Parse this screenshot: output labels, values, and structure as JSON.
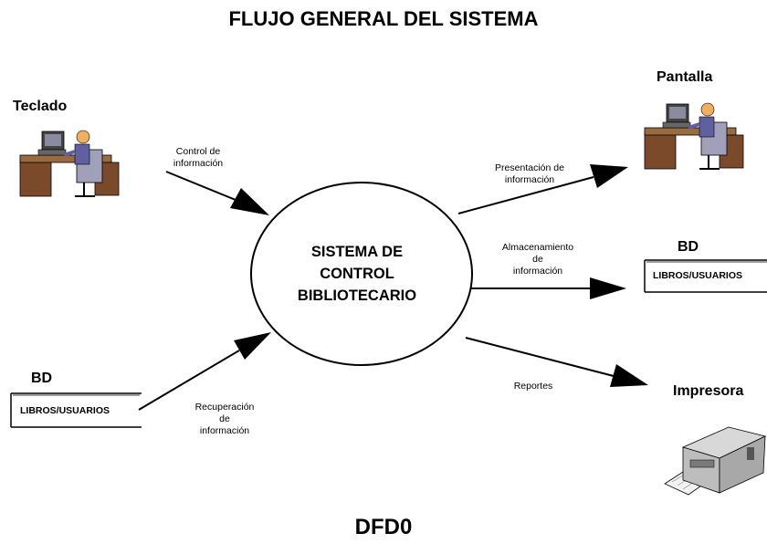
{
  "title": "FLUJO GENERAL DEL SISTEMA",
  "footer": "DFD0",
  "process": {
    "lines": [
      "SISTEMA DE",
      "CONTROL",
      "BIBLIOTECARIO"
    ]
  },
  "entities": {
    "keyboard": {
      "label": "Teclado",
      "icon": "computer-user-icon"
    },
    "screen": {
      "label": "Pantalla",
      "icon": "computer-user-icon"
    },
    "printer": {
      "label": "Impresora",
      "icon": "printer-icon"
    }
  },
  "stores": {
    "input_store": {
      "label": "BD",
      "name": "LIBROS/USUARIOS"
    },
    "output_store": {
      "label": "BD",
      "name": "LIBROS/USUARIOS"
    }
  },
  "flows": {
    "control": [
      "Control de",
      "información"
    ],
    "presentation": [
      "Presentación de",
      "información"
    ],
    "storage": [
      "Almacenamiento",
      "de",
      "información"
    ],
    "reports": [
      "Reportes"
    ],
    "retrieval": [
      "Recuperación",
      "de",
      "información"
    ]
  }
}
